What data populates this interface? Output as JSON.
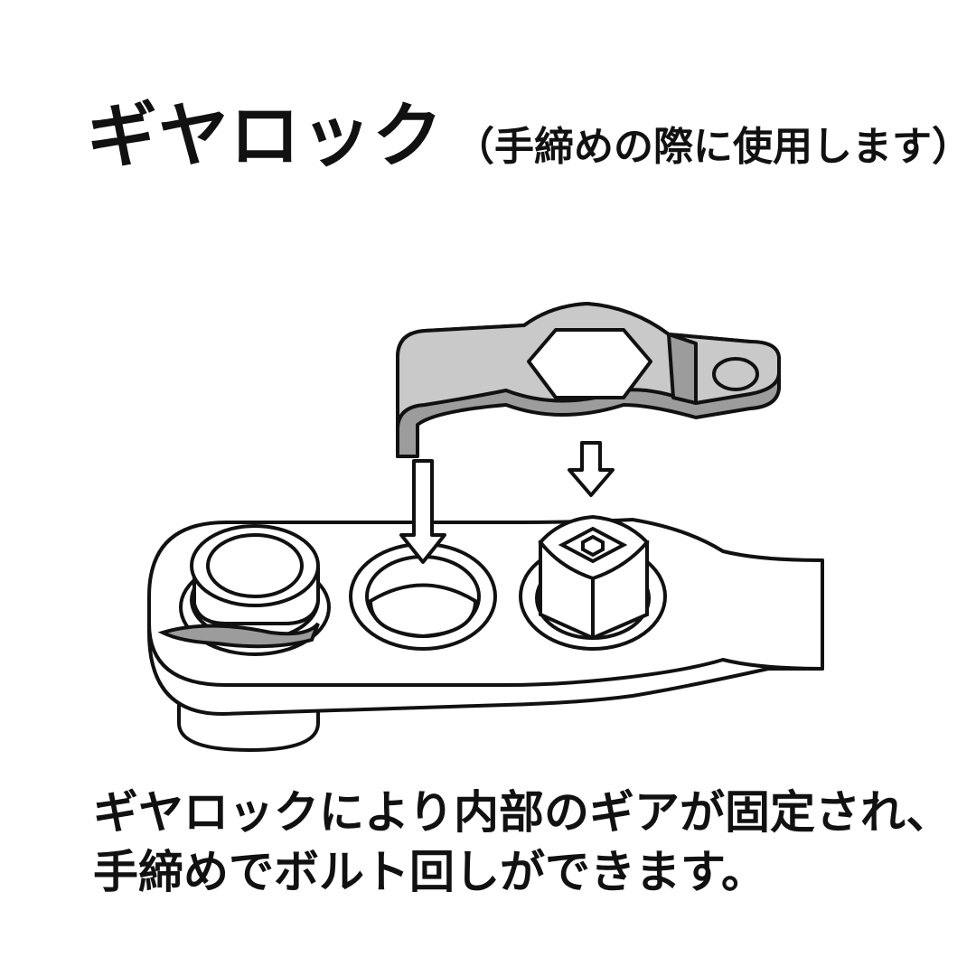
{
  "title": {
    "main": "ギヤロック",
    "sub": "（手締めの際に使用します）"
  },
  "caption": {
    "line1": "ギヤロックにより内部のギアが固定され、",
    "line2": "手締めでボルト回しができます。"
  },
  "colors": {
    "ink": "#111111",
    "lock_plate_fill": "#c9c9c9",
    "lock_plate_shade": "#9c9c9c",
    "wrench_fill": "#ffffff"
  }
}
